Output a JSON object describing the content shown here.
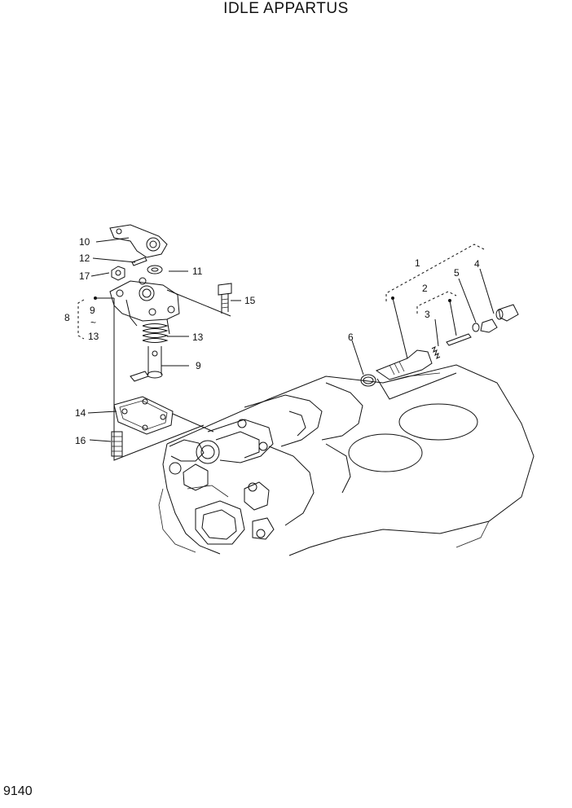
{
  "page": {
    "title": "IDLE APPARTUS",
    "page_number": "9140"
  },
  "callouts": {
    "c1": "1",
    "c2": "2",
    "c3": "3",
    "c4": "4",
    "c5": "5",
    "c6": "6",
    "c8": "8",
    "c9a": "9",
    "c9tilde": "~",
    "c13a": "13",
    "c9b": "9",
    "c10": "10",
    "c11": "11",
    "c12": "12",
    "c13b": "13",
    "c14": "14",
    "c15": "15",
    "c16": "16",
    "c17": "17"
  }
}
